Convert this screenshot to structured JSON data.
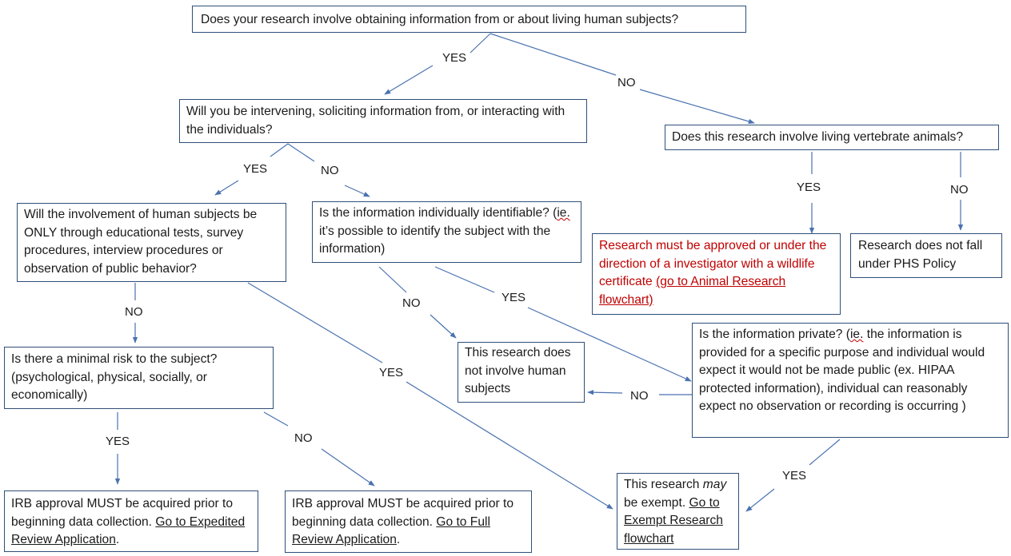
{
  "nodes": {
    "q_living_humans": "Does your research involve obtaining information from or about living human subjects?",
    "q_interacting": "Will you be intervening, soliciting information from, or interacting with the individuals?",
    "q_vertebrate": "Does this research involve living vertebrate animals?",
    "q_educational": "Will the involvement of human subjects be ONLY through educational tests, survey procedures, interview procedures or observation of public behavior?",
    "q_identifiable": {
      "part1": "Is the information individually identifiable? (",
      "ie": "ie.",
      "part2": " it’s possible to identify the subject with the information)"
    },
    "r_wildlife": {
      "text": "Research must be approved or under the direction of a investigator with a wildlife certificate ",
      "link": "(go to Animal Research flowchart)"
    },
    "r_not_phs": "Research does not fall under PHS Policy",
    "q_minimal_risk": "Is there a minimal risk to the subject? (psychological, physical, socially, or economically)",
    "r_not_human": "This research does not involve human subjects",
    "q_private": {
      "part1": "Is the information private? (",
      "ie": "ie.",
      "part2": " the information is provided for a specific purpose and individual would expect it would not be made public (ex. HIPAA protected information), individual can reasonably expect no observation or recording is occurring )"
    },
    "r_expedited": {
      "text": "IRB approval MUST be acquired prior to beginning data collection. ",
      "link": "Go to Expedited Review Application",
      "end": "."
    },
    "r_full": {
      "text": "IRB approval MUST be acquired prior to beginning data collection. ",
      "link": "Go to Full Review Application",
      "end": "."
    },
    "r_exempt": {
      "text1": "This research ",
      "may": "may",
      "text2": " be exempt. ",
      "link": "Go to Exempt Research flowchart"
    }
  },
  "edge_labels": {
    "humans_yes": "YES",
    "humans_no": "NO",
    "interact_yes": "YES",
    "interact_no": "NO",
    "animals_yes": "YES",
    "animals_no": "NO",
    "educational_no": "NO",
    "educational_yes": "YES",
    "identifiable_no": "NO",
    "identifiable_yes": "YES",
    "private_no": "NO",
    "private_yes": "YES",
    "risk_yes": "YES",
    "risk_no": "NO"
  },
  "colors": {
    "connector": "#4a72b0",
    "box_border": "#2f4f79",
    "warning_text": "#c00000"
  }
}
